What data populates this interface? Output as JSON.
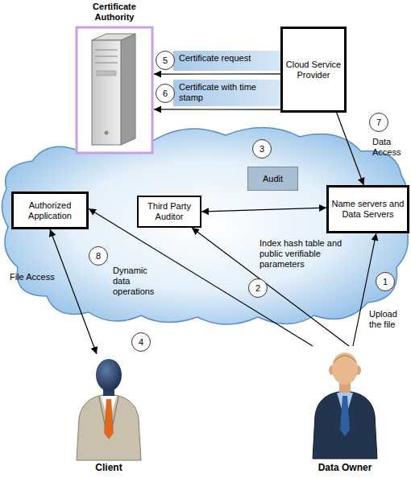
{
  "diagram": {
    "nodes": [
      {
        "text": [
          "Certificate Authority"
        ]
      },
      {
        "text": [
          "Cloud Service Provider"
        ]
      },
      {
        "text": [
          "Audit"
        ]
      },
      {
        "text": [
          "Authorized Application"
        ]
      },
      {
        "text": [
          "Third Party Auditor"
        ]
      },
      {
        "text": [
          "Name servers and Data Servers"
        ]
      },
      {
        "text": [
          "Client"
        ]
      },
      {
        "text": [
          "Data Owner"
        ]
      }
    ],
    "edges": [
      {
        "from": 1,
        "to": 0,
        "label": "Certificate request",
        "arrow": "to"
      },
      {
        "from": 1,
        "to": 0,
        "label": "Certificate with time stamp",
        "arrow": "to"
      },
      {
        "from": 1,
        "to": 5,
        "label": "Data Access",
        "arrow": "to"
      },
      {
        "from": 4,
        "to": 5,
        "arrow": "both"
      },
      {
        "from": 7,
        "to": 4,
        "label": "Index hash table and public verifiable parameters",
        "arrow": "to"
      },
      {
        "from": 7,
        "to": 5,
        "label": "Upload the file",
        "arrow": "to"
      },
      {
        "from": 7,
        "to": 3,
        "label": "Dynamic data operations",
        "arrow": "to"
      },
      {
        "from": 6,
        "to": 3,
        "label": "File Access",
        "arrow": "both"
      }
    ],
    "labels": [
      "5",
      "6",
      "3",
      "7",
      "2",
      "1",
      "8",
      "4"
    ]
  }
}
